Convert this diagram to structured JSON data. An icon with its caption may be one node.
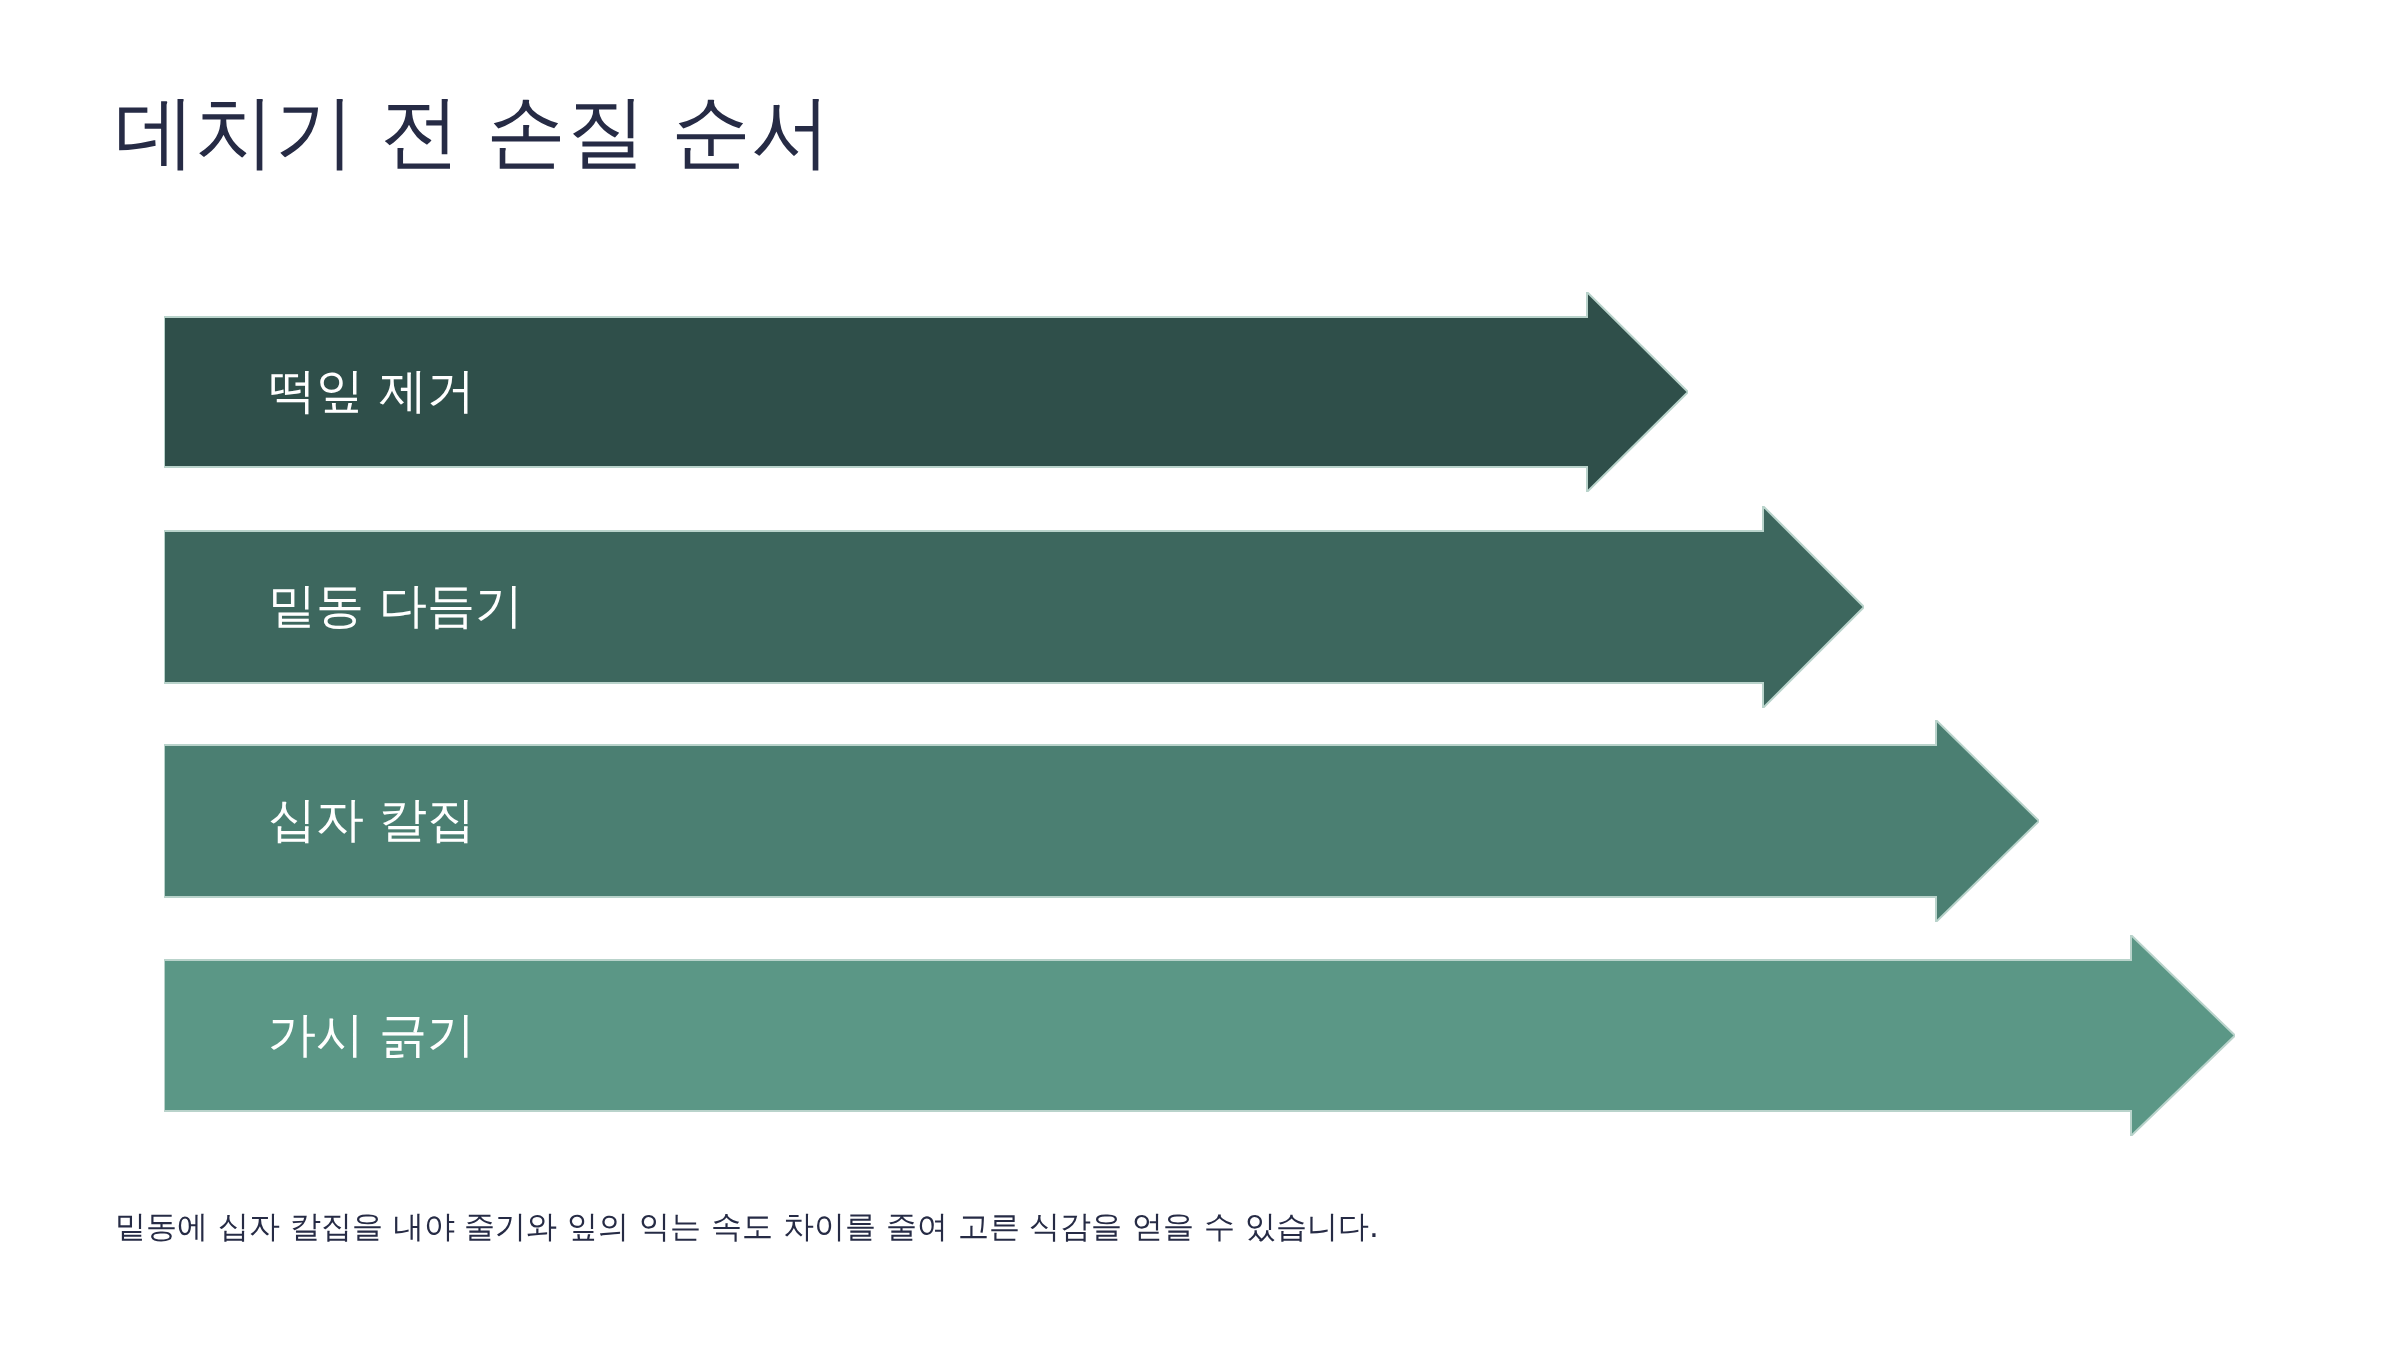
{
  "diagram": {
    "title": "데치기 전 손질 순서",
    "nodes": [
      {
        "text": [
          "떡잎 제거"
        ]
      },
      {
        "text": [
          "밑동 다듬기"
        ]
      },
      {
        "text": [
          "십자 칼집"
        ]
      },
      {
        "text": [
          "가시 긁기"
        ]
      }
    ],
    "caption": "밑동에 십자 칼집을 내야 줄기와 잎의 익는 속도 차이를 줄여 고른 식감을 얻을 수 있습니다."
  }
}
